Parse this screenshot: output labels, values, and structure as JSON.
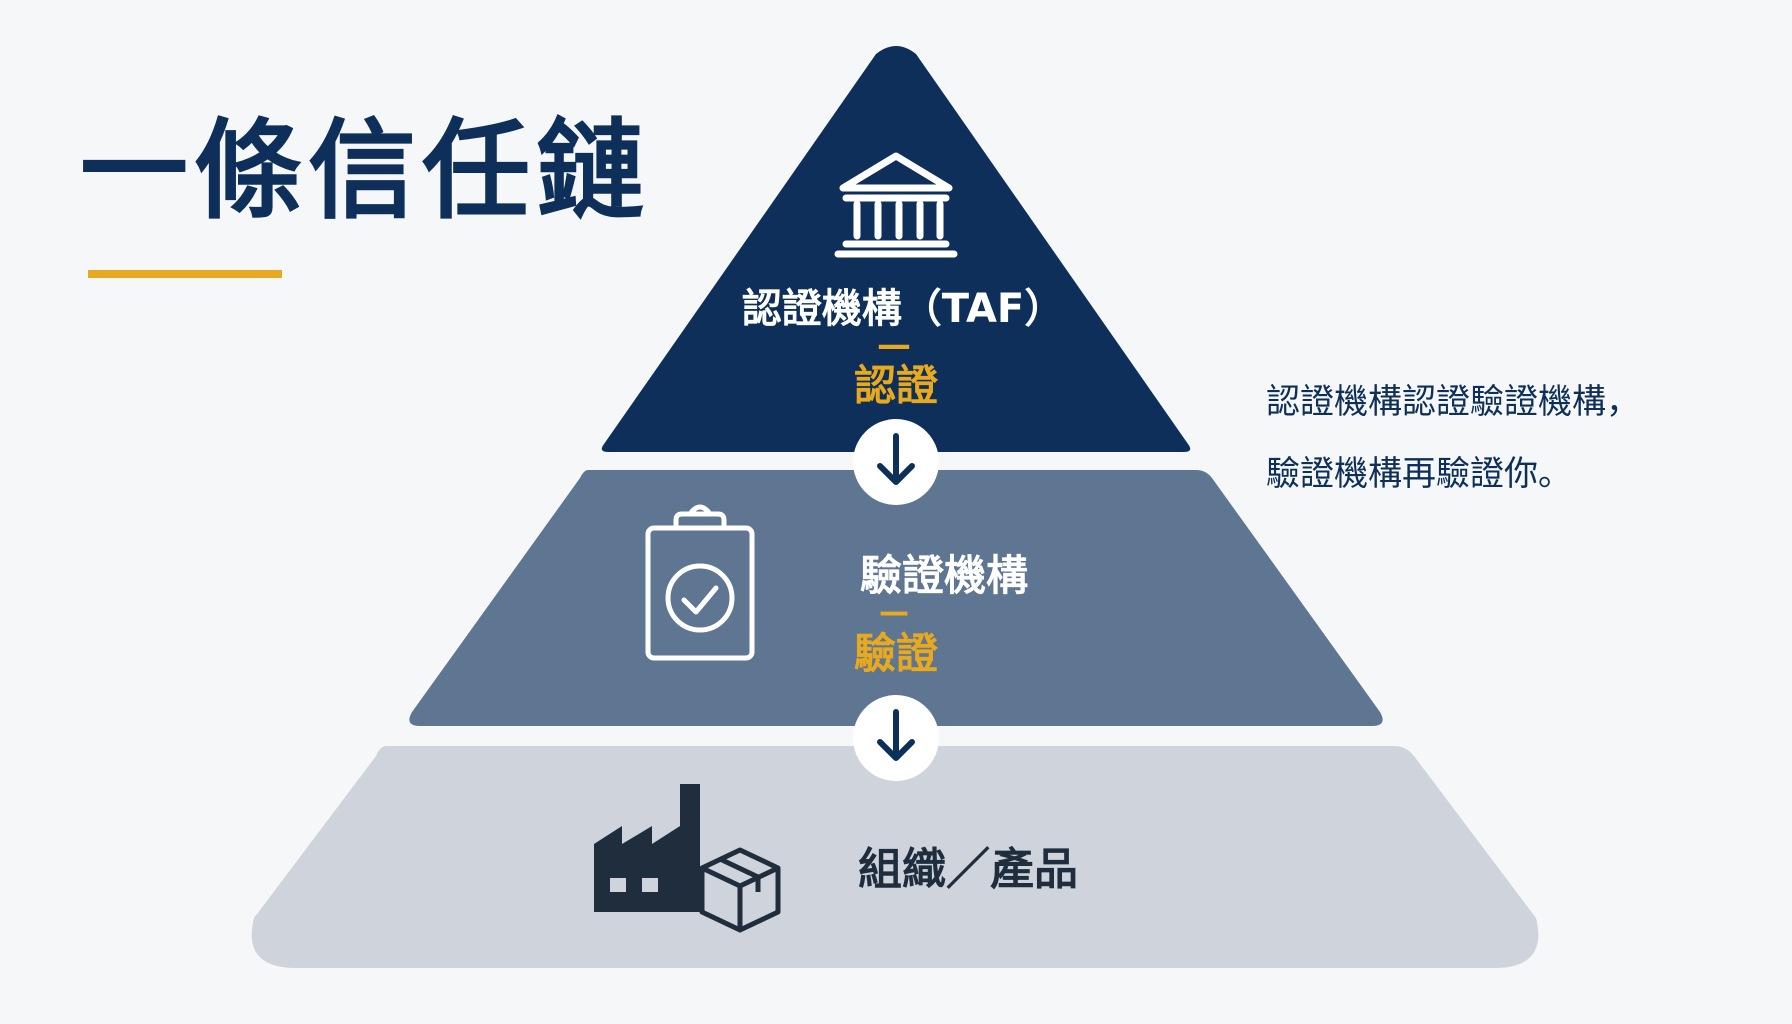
{
  "title": "一條信任鏈",
  "description": {
    "line1": "認證機構認證驗證機構，",
    "line2": "驗證機構再驗證你。"
  },
  "tiers": {
    "top": {
      "label": "認證機構（TAF）",
      "dash": "—",
      "action": "認證",
      "icon": "institution-icon"
    },
    "middle": {
      "label": "驗證機構",
      "dash": "—",
      "action": "驗證",
      "icon": "clipboard-check-icon"
    },
    "bottom": {
      "label": "組織／產品",
      "icon": "factory-box-icon"
    }
  },
  "arrows": [
    "arrow-down-icon",
    "arrow-down-icon"
  ],
  "colors": {
    "navy": "#0d2f59",
    "slate": "#5f7693",
    "light": "#cfd4dc",
    "gold": "#e9a91e",
    "background": "#f6f7f9"
  }
}
